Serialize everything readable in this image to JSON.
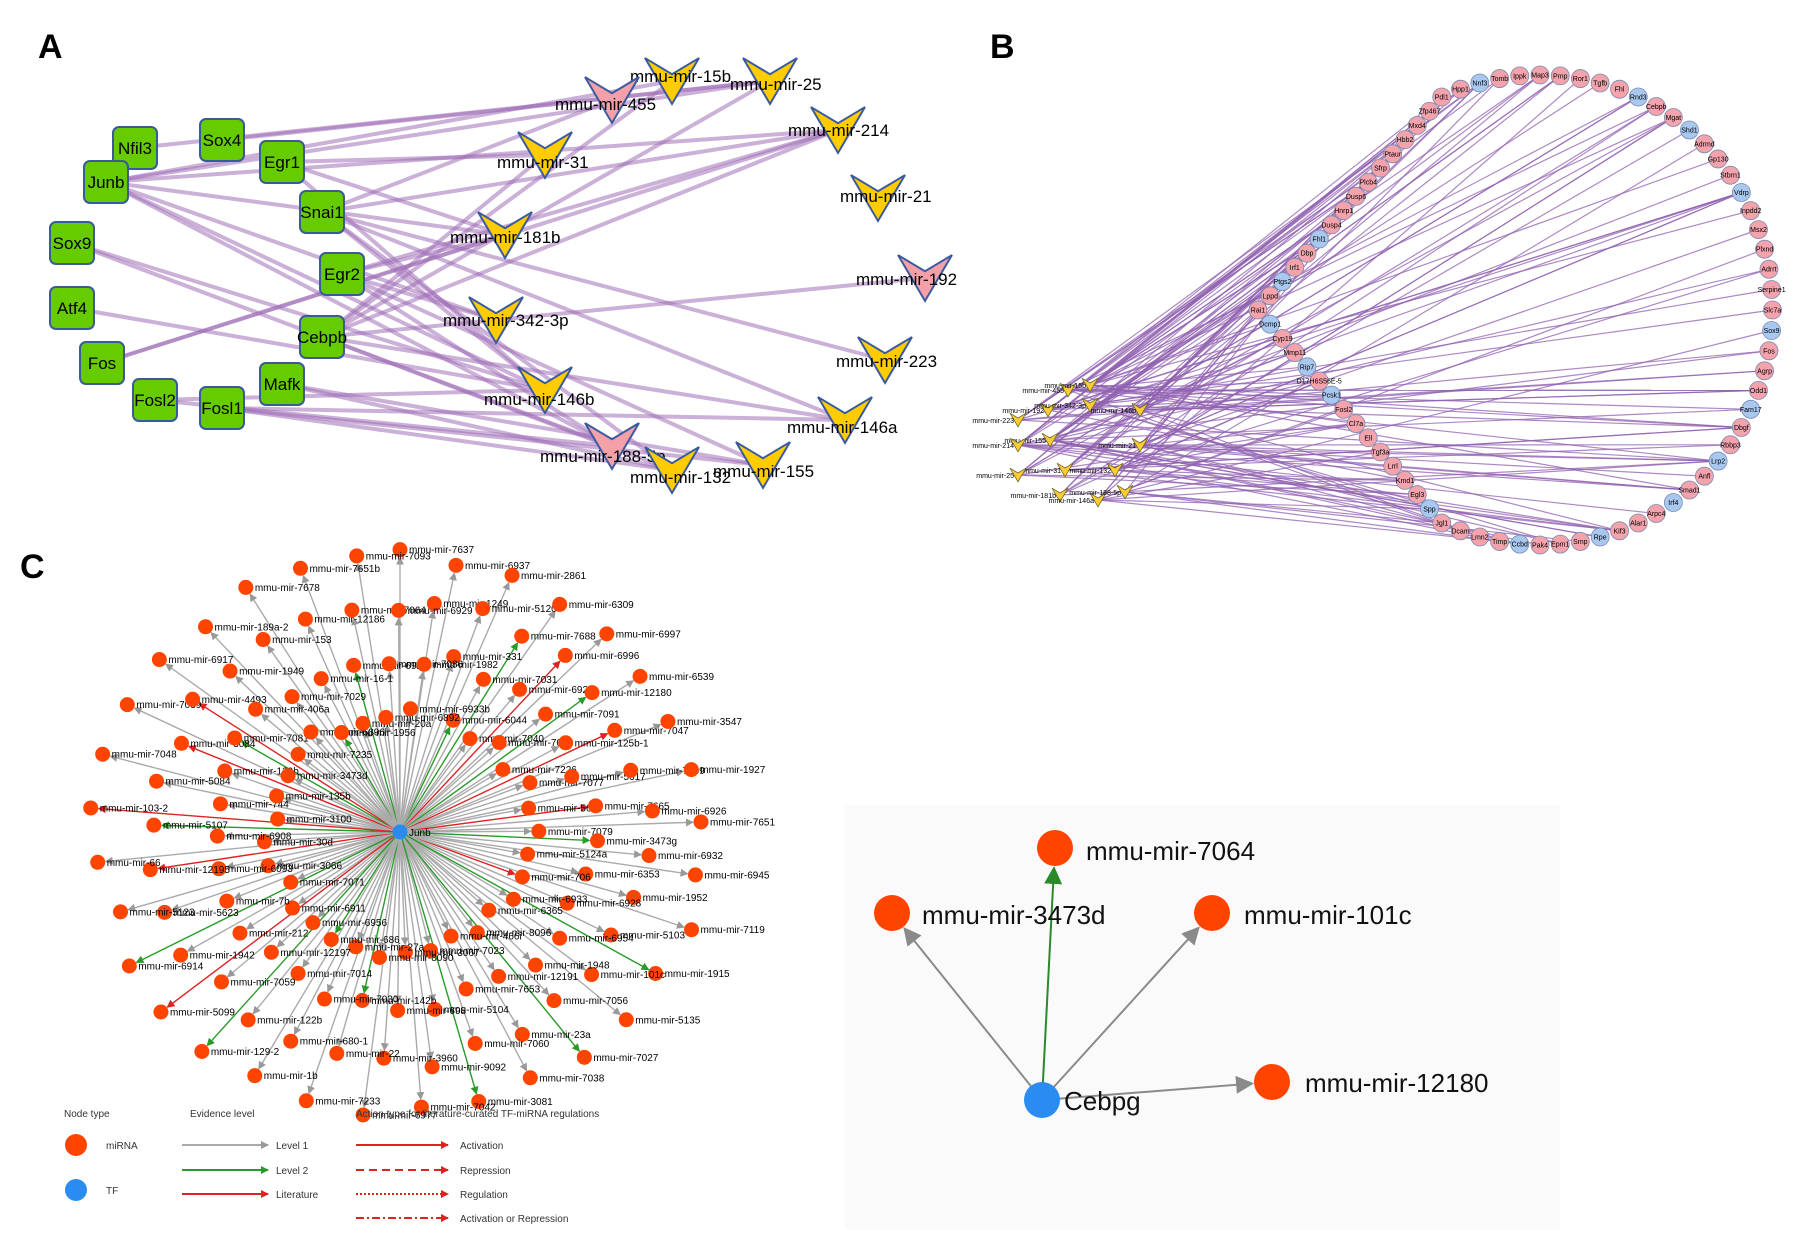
{
  "panels": {
    "a": {
      "letter": "A",
      "colors": {
        "tf": "#66cc00",
        "mir_yellow": "#ffcc00",
        "mir_pink": "#f4a0a8",
        "edge": "#a070b8"
      },
      "tfs": [
        "Nfil3",
        "Sox4",
        "Junb",
        "Egr1",
        "Sox9",
        "Snai1",
        "Egr2",
        "Atf4",
        "Cebpb",
        "Fos",
        "Mafk",
        "Fosl2",
        "Fosl1"
      ],
      "mirnas": [
        {
          "label": "mmu-mir-15b",
          "color": "yellow"
        },
        {
          "label": "mmu-mir-25",
          "color": "yellow"
        },
        {
          "label": "mmu-mir-455",
          "color": "pink"
        },
        {
          "label": "mmu-mir-214",
          "color": "yellow"
        },
        {
          "label": "mmu-mir-31",
          "color": "yellow"
        },
        {
          "label": "mmu-mir-21",
          "color": "yellow"
        },
        {
          "label": "mmu-mir-181b",
          "color": "yellow"
        },
        {
          "label": "mmu-mir-192",
          "color": "pink"
        },
        {
          "label": "mmu-mir-342-3p",
          "color": "yellow"
        },
        {
          "label": "mmu-mir-223",
          "color": "yellow"
        },
        {
          "label": "mmu-mir-146b",
          "color": "yellow"
        },
        {
          "label": "mmu-mir-146a",
          "color": "yellow"
        },
        {
          "label": "mmu-mir-188-5p",
          "color": "pink"
        },
        {
          "label": "mmu-mir-132",
          "color": "yellow"
        },
        {
          "label": "mmu-mir-155",
          "color": "yellow"
        }
      ]
    },
    "b": {
      "letter": "B",
      "colors": {
        "pink": "#f4a3ad",
        "blue": "#a8c8f0",
        "mir": "#ffcc33",
        "edge": "#9060b0"
      },
      "ring_labels": [
        "Pdl1",
        "Hpp1",
        "Nnf3",
        "Tomb",
        "Ippk",
        "Map3",
        "Pmp",
        "Ror1",
        "Tgfb",
        "Fhl",
        "Rnd3",
        "Cebpb",
        "Mgat",
        "Shd1",
        "Adrmd",
        "Gp130",
        "Stbrn1",
        "Vdrp",
        "Inpdd2",
        "Msx2",
        "Plxnd",
        "Adrrt",
        "Serpine1",
        "Slc7a",
        "Sox9",
        "Fos",
        "Agrp",
        "Odd1",
        "Fam17",
        "Dbgf",
        "Rbbp3",
        "Lrp2",
        "Anfl",
        "Smad1",
        "Irf4",
        "Arpc4",
        "Alar1",
        "Kif3",
        "Rpe",
        "Smp",
        "Epm1",
        "Pak4",
        "Ccbd",
        "Timp",
        "Lmn2",
        "Dcam",
        "Jgl1",
        "Spp",
        "Egl3",
        "Kmd1",
        "Lrrl",
        "Tgf3a",
        "Ell",
        "Cl7a",
        "Fosl2",
        "Pcsk1",
        "D17H6S56E-5",
        "Rip7",
        "Mmp11",
        "Cyp19",
        "Dcmp1",
        "Rai1",
        "Lppd",
        "Ptgs2",
        "Irf1",
        "Dbp",
        "Fhl1",
        "Dusp4",
        "Hnrp1",
        "Dusp6",
        "Plcb4",
        "Sfrp",
        "Ptaur",
        "Hbb2",
        "Mxd4",
        "Zfp467"
      ],
      "mirnas": [
        "mmu-mir-455",
        "mmu-mir-15b",
        "mmu-mir-192",
        "mmu-mir-342-3p",
        "mmu-mir-146b",
        "mmu-mir-223",
        "mmu-mir-155",
        "mmu-mir-21",
        "mmu-mir-214",
        "mmu-mir-31",
        "mmu-mir-132",
        "mmu-mir-25",
        "mmu-mir-181b",
        "mmu-mir-146a",
        "mmu-mir-188-5p"
      ]
    },
    "c": {
      "letter": "C",
      "center_label": "Junb",
      "colors": {
        "mirna": "#ff4400",
        "tf": "#2a8cf0",
        "level1": "#aaaaaa",
        "level2": "#2a9a2a",
        "literature": "#dd2222"
      },
      "mirnas": [
        "mmu-mir-7637",
        "mmu-mir-1249",
        "mmu-mir-331",
        "mmu-mir-6044",
        "mmu-mir-6937",
        "mmu-mir-5120",
        "mmu-mir-7031",
        "mmu-mir-7040",
        "mmu-mir-2861",
        "mmu-mir-7688",
        "mmu-mir-6920",
        "mmu-mir-7008",
        "mmu-mir-6309",
        "mmu-mir-6996",
        "mmu-mir-7091",
        "mmu-mir-7226",
        "mmu-mir-6997",
        "mmu-mir-12180",
        "mmu-mir-125b-1",
        "mmu-mir-7077",
        "mmu-mir-6539",
        "mmu-mir-7047",
        "mmu-mir-5617",
        "mmu-mir-5619",
        "mmu-mir-3547",
        "mmu-mir-7009",
        "mmu-mir-7665",
        "mmu-mir-7079",
        "mmu-mir-1927",
        "mmu-mir-6926",
        "mmu-mir-3473g",
        "mmu-mir-5124a",
        "mmu-mir-7651",
        "mmu-mir-6932",
        "mmu-mir-6353",
        "mmu-mir-706",
        "mmu-mir-6945",
        "mmu-mir-1952",
        "mmu-mir-6928",
        "mmu-mir-6933",
        "mmu-mir-7119",
        "mmu-mir-5103",
        "mmu-mir-6954",
        "mmu-mir-6365",
        "mmu-mir-1915",
        "mmu-mir-101c",
        "mmu-mir-1948",
        "mmu-mir-8096",
        "mmu-mir-5135",
        "mmu-mir-7056",
        "mmu-mir-12191",
        "mmu-mir-466i",
        "mmu-mir-7027",
        "mmu-mir-23a",
        "mmu-mir-7653",
        "mmu-mir-7023",
        "mmu-mir-7038",
        "mmu-mir-7060",
        "mmu-mir-5104",
        "mmu-mir-3067",
        "mmu-mir-3081",
        "mmu-mir-9092",
        "mmu-mir-698",
        "mmu-mir-8090",
        "mmu-mir-7042",
        "mmu-mir-3960",
        "mmu-mir-142b",
        "mmu-mir-27a",
        "mmu-mir-6977",
        "mmu-mir-22",
        "mmu-mir-7030",
        "mmu-mir-686",
        "mmu-mir-7233",
        "mmu-mir-680-1",
        "mmu-mir-7014",
        "mmu-mir-6956",
        "mmu-mir-1b",
        "mmu-mir-122b",
        "mmu-mir-12197",
        "mmu-mir-6911",
        "mmu-mir-129-2",
        "mmu-mir-7059",
        "mmu-mir-212",
        "mmu-mir-7071",
        "mmu-mir-5099",
        "mmu-mir-1942",
        "mmu-mir-7b",
        "mmu-mir-3066",
        "mmu-mir-6914",
        "mmu-mir-5623",
        "mmu-mir-6093",
        "mmu-mir-30d",
        "mmu-mir-5123",
        "mmu-mir-12195",
        "mmu-mir-6908",
        "mmu-mir-3100",
        "mmu-mir-66",
        "mmu-mir-5107",
        "mmu-mir-744",
        "mmu-mir-135b",
        "mmu-mir-103-2",
        "mmu-mir-5084",
        "mmu-mir-129b",
        "mmu-mir-3473d",
        "mmu-mir-7048",
        "mmu-mir-3084",
        "mmu-mir-7081",
        "mmu-mir-7235",
        "mmu-mir-7039",
        "mmu-mir-4493",
        "mmu-mir-406a",
        "mmu-mir-6896",
        "mmu-mir-6917",
        "mmu-mir-1949",
        "mmu-mir-7029",
        "mmu-mir-1956",
        "mmu-mir-189a-2",
        "mmu-mir-153",
        "mmu-mir-16-1",
        "mmu-mir-20a",
        "mmu-mir-7678",
        "mmu-mir-12186",
        "mmu-mir-6924",
        "mmu-mir-6892",
        "mmu-mir-7651b",
        "mmu-mir-7064",
        "mmu-mir-7086",
        "mmu-mir-6933b",
        "mmu-mir-7093",
        "mmu-mir-6929",
        "mmu-mir-1982"
      ],
      "legend": {
        "node_type_title": "Node type",
        "evidence_title": "Evidence level",
        "action_title": "Action type for literature-curated TF-miRNA regulations",
        "mirna_label": "miRNA",
        "tf_label": "TF",
        "level1": "Level 1",
        "level2": "Level 2",
        "literature": "Literature",
        "activation": "Activation",
        "repression": "Repression",
        "regulation": "Regulation",
        "activation_or_repression": "Activation or Repression"
      }
    },
    "d": {
      "center_label": "Cebpg",
      "targets": [
        {
          "label": "mmu-mir-7064",
          "evidence": "Level 2"
        },
        {
          "label": "mmu-mir-3473d",
          "evidence": "Level 1"
        },
        {
          "label": "mmu-mir-101c",
          "evidence": "Level 1"
        },
        {
          "label": "mmu-mir-12180",
          "evidence": "Level 1"
        }
      ]
    }
  }
}
